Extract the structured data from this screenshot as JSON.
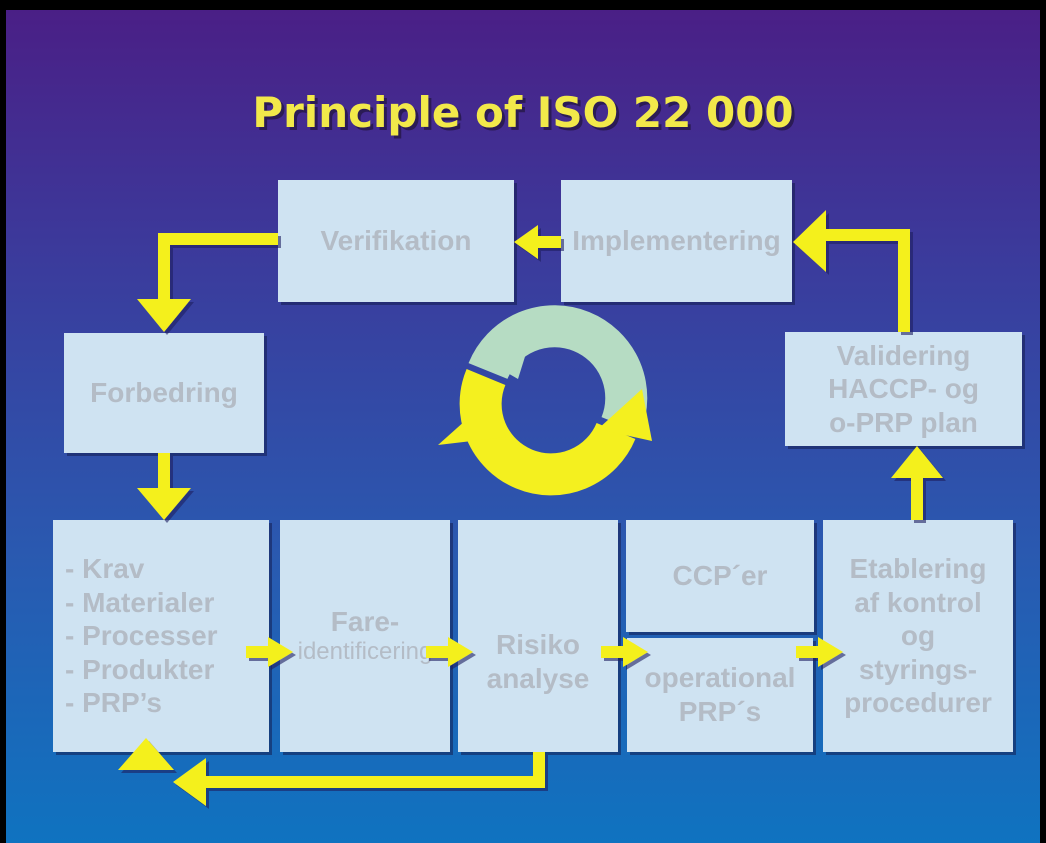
{
  "title": "Principle of ISO 22 000",
  "boxes": {
    "verifikation": "Verifikation",
    "implementering": "Implementering",
    "forbedring": "Forbedring",
    "validering": {
      "line1": "Validering",
      "line2": "HACCP- og",
      "line3": "o-PRP plan"
    },
    "inputs": [
      "- Krav",
      "- Materialer",
      "- Processer",
      "- Produkter",
      "- PRP’s"
    ],
    "fare": {
      "line1": "Fare-",
      "line2": "identificering"
    },
    "risiko": {
      "line1": "Risiko",
      "line2": "analyse"
    },
    "ccp": "CCP´er",
    "operational": {
      "line1": "operational",
      "line2": "PRP´s"
    },
    "etablering": {
      "line1": "Etablering",
      "line2": "af kontrol",
      "line3": "og",
      "line4": "styrings-",
      "line5": "procedurer"
    }
  },
  "colors": {
    "arrow": "#f4f01f",
    "box": "#cfe3f2",
    "box_text": "#b4bcc6",
    "title": "#f2e94a",
    "cycle_green": "#b6dcc3"
  }
}
